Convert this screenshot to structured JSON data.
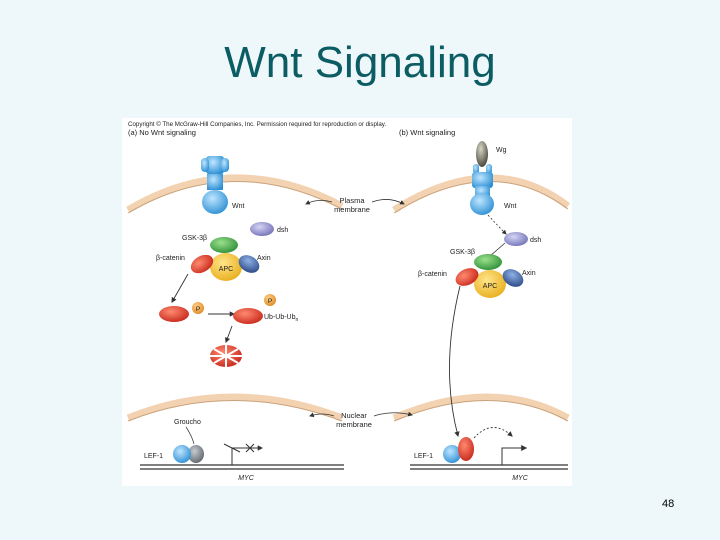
{
  "slide": {
    "title": "Wnt Signaling",
    "page_number": "48"
  },
  "figure": {
    "copyright": "Copyright © The McGraw-Hill Companies, Inc. Permission required for reproduction or display.",
    "panel_a_title": "(a) No Wnt signaling",
    "panel_b_title": "(b) Wnt signaling",
    "center": {
      "plasma_membrane": [
        "Plasma",
        "membrane"
      ],
      "nuclear_membrane": [
        "Nuclear",
        "membrane"
      ]
    },
    "panel_a": {
      "wnt": "Wnt",
      "dsh": "dsh",
      "gsk3b": "GSK-3β",
      "beta_catenin": "β-catenin",
      "axin": "Axin",
      "apc": "APC",
      "p1": "P",
      "p2": "P",
      "ubiquitin": "Ub-Ub-Ub",
      "ubiquitin_sub": "n",
      "groucho": "Groucho",
      "lef1": "LEF-1",
      "myc": "MYC"
    },
    "panel_b": {
      "wg": "Wg",
      "wnt": "Wnt",
      "dsh": "dsh",
      "gsk3b": "GSK-3β",
      "beta_catenin": "β-catenin",
      "axin": "Axin",
      "apc": "APC",
      "lef1": "LEF-1",
      "myc": "MYC"
    }
  },
  "colors": {
    "title": "#0b5c63",
    "membrane": "#f2d2b0",
    "wnt_receptor": "#2f8fd8",
    "dsh": "#8f8fcf",
    "gsk3b": "#4caf50",
    "beta_catenin": "#e0483a",
    "apc": "#f2c23a",
    "axin": "#3e5f9e",
    "phosphate": "#f0a040",
    "groucho": "#8a8f96",
    "lef1": "#58b6ee",
    "wg": "#7a7a6a"
  }
}
